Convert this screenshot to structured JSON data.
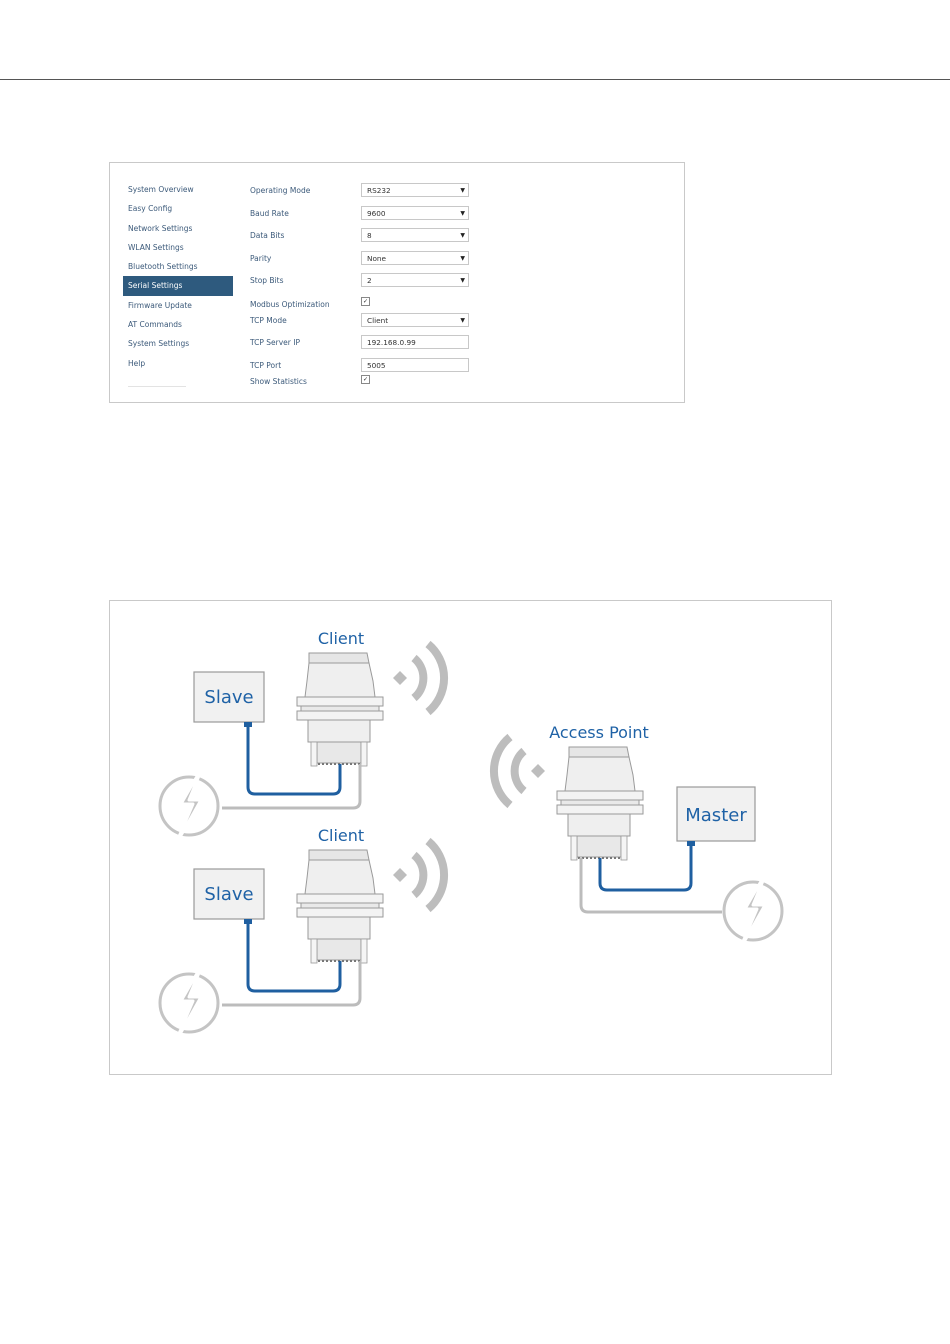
{
  "settings_panel": {
    "nav": {
      "items": [
        "System Overview",
        "Easy Config",
        "Network Settings",
        "WLAN Settings",
        "Bluetooth Settings",
        "Serial Settings",
        "Firmware Update",
        "AT Commands",
        "System Settings",
        "Help"
      ],
      "active": "Serial Settings"
    },
    "fields": {
      "operating_mode": {
        "label": "Operating Mode",
        "value": "RS232"
      },
      "baud_rate": {
        "label": "Baud Rate",
        "value": "9600"
      },
      "data_bits": {
        "label": "Data Bits",
        "value": "8"
      },
      "parity": {
        "label": "Parity",
        "value": "None"
      },
      "stop_bits": {
        "label": "Stop Bits",
        "value": "2"
      },
      "modbus_optimization": {
        "label": "Modbus Optimization",
        "checked": true
      },
      "tcp_mode": {
        "label": "TCP Mode",
        "value": "Client"
      },
      "tcp_server_ip": {
        "label": "TCP Server IP",
        "value": "192.168.0.99"
      },
      "tcp_port": {
        "label": "TCP Port",
        "value": "5005"
      },
      "show_statistics": {
        "label": "Show Statistics",
        "checked": true
      }
    }
  },
  "diagram": {
    "client_top_label": "Client",
    "client_bottom_label": "Client",
    "access_point_label": "Access Point",
    "slave_top_label": "Slave",
    "slave_bottom_label": "Slave",
    "master_label": "Master",
    "colors": {
      "label_blue": "#1f62a6",
      "serial_cable": "#1f5fa0",
      "power_cable": "#bcbcbc",
      "wifi_arcs": "#bdbdbd",
      "device_body": "#ececec",
      "device_outline": "#9a9a9a"
    },
    "icons": [
      "wifi-waves-icon",
      "lightning-power-icon",
      "device-icon"
    ]
  }
}
